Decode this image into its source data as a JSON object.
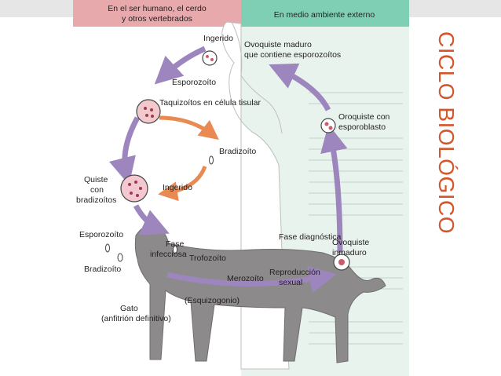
{
  "slide": {
    "title": "CICLO BIOLÓGICO"
  },
  "figure": {
    "header_left": [
      "En el ser humano, el cerdo",
      "y otros vertebrados"
    ],
    "header_right": "En medio ambiente externo",
    "labels": {
      "ingerido_top": "Ingerido",
      "ovoquiste_maduro": [
        "Ovoquiste maduro",
        "que contiene esporozoítos"
      ],
      "esporozoito_top": "Esporozoíto",
      "taquizoitos": "Taquizoítos en célula tisular",
      "oroquiste": [
        "Oroquiste con",
        "esporoblasto"
      ],
      "bradizoito_mid": "Bradizoíto",
      "quiste": [
        "Quiste",
        "con",
        "bradizoítos"
      ],
      "ingerido_mid": "Ingerido",
      "fase_diagnostica": "Fase diagnóstica",
      "ovoquiste_inmaduro": [
        "Ovoquiste",
        "inmaduro"
      ],
      "esporozoito_left": "Esporozoíto",
      "fase_infecciosa": [
        "Fase",
        "infecciosa"
      ],
      "trofozoito": "Trofozoíto",
      "bradizoito_left": "Bradizoíto",
      "merozoito": "Merozoíto",
      "reproduccion": [
        "Reproducción",
        "sexual"
      ],
      "gato": [
        "Gato",
        "(anfitrión definitivo)"
      ],
      "esquizogonia": "(Esquizogonio)"
    }
  },
  "colors": {
    "title": "#d5562a",
    "header_left": "#e8a9ad",
    "header_right": "#7fcfb5",
    "body_right": "#e7f3ec",
    "purple_arrow": "#9d86bd",
    "orange_arrow": "#e88a52",
    "cat": "#8c8a8a"
  }
}
